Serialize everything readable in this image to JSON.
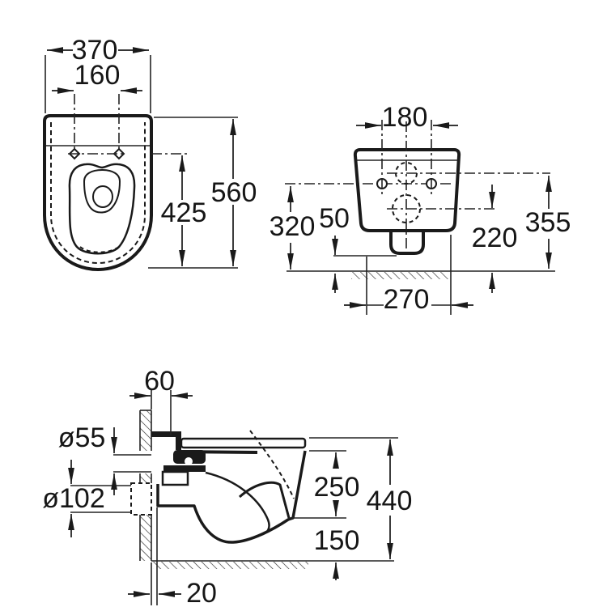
{
  "drawing": {
    "type": "technical-dimension-drawing",
    "subject": "wall-hung toilet installation dimensions (three orthographic views)",
    "units": "mm",
    "colors": {
      "line": "#1a1a1a",
      "background": "#ffffff"
    },
    "views": {
      "plan": {
        "name": "top view",
        "dims": {
          "overall_width": "370",
          "fixing_hole_spacing": "160",
          "overall_depth": "560",
          "hinge_to_front": "425"
        }
      },
      "front": {
        "name": "rear view",
        "dims": {
          "fixing_hole_spacing": "180",
          "floor_to_fixing_holes": "320",
          "outlet_to_floor_gap": "50",
          "floor_to_outlet_centre": "220",
          "floor_to_inlet_centre": "355",
          "body_width_bottom": "270"
        }
      },
      "side": {
        "name": "side section view",
        "dims": {
          "wall_to_seat_hinge": "60",
          "inlet_diameter": "ø55",
          "outlet_diameter": "ø102",
          "rim_to_underside": "250",
          "overall_height": "440",
          "underside_to_floor": "150",
          "wall_clearance_bottom": "20"
        }
      }
    }
  }
}
